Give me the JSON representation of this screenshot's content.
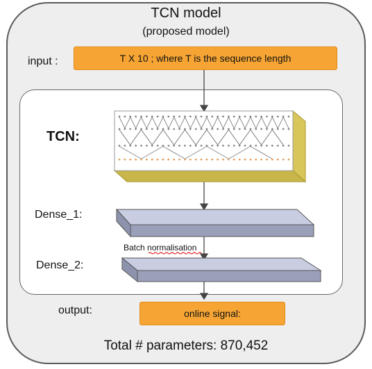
{
  "diagram": {
    "title": "TCN model",
    "subtitle": "(proposed model)",
    "input_label": "input :",
    "input_text": "T X 10 ; where T is the sequence length",
    "tcn_label": "TCN:",
    "dense1_label": "Dense_1:",
    "batch_norm_label": "Batch normalisation",
    "dense2_label": "Dense_2:",
    "output_label": "output:",
    "output_text": "online signal:",
    "total_params": "Total # parameters: 870,452"
  },
  "colors": {
    "orange": "#f6a534",
    "tcn_block_side": "#d8c65a",
    "dense_layer_top": "#aab0c8",
    "spellcheck_underline": "#e02020"
  }
}
